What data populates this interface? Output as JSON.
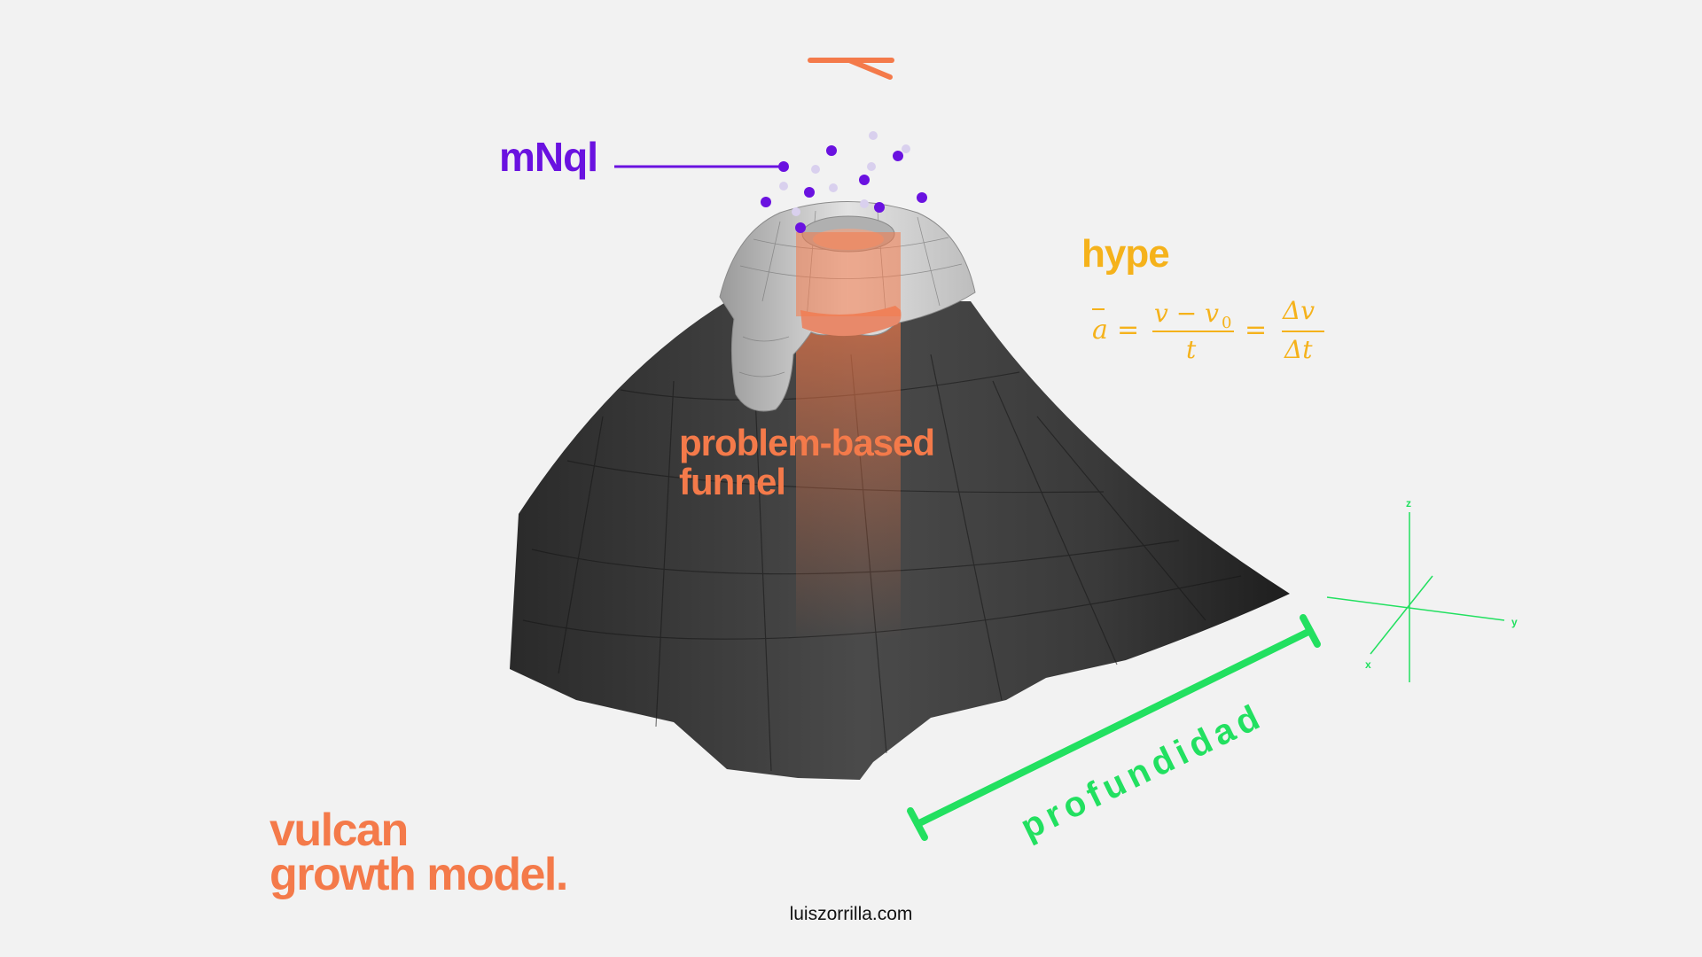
{
  "colors": {
    "background": "#f2f2f2",
    "coral": "#f47a4a",
    "purple": "#6a12e0",
    "yellow": "#f5b21b",
    "green": "#22e060",
    "volcano_dark": "#333333",
    "crater_white": "#cfcfcf"
  },
  "labels": {
    "top_term": "mNql",
    "side_term": "hype",
    "funnel_line1": "problem-based",
    "funnel_line2": "funnel",
    "depth": "profundidad"
  },
  "formula": {
    "lhs": "a",
    "numerator": "v − v",
    "numerator_sub": "0",
    "denominator": "t",
    "rhs_numerator": "Δv",
    "rhs_denominator": "Δt",
    "equals": "="
  },
  "axes": {
    "z": "z",
    "y": "y",
    "x": "x"
  },
  "title": {
    "line1": "vulcan",
    "line2": "growth model."
  },
  "footer": "luiszorrilla.com"
}
